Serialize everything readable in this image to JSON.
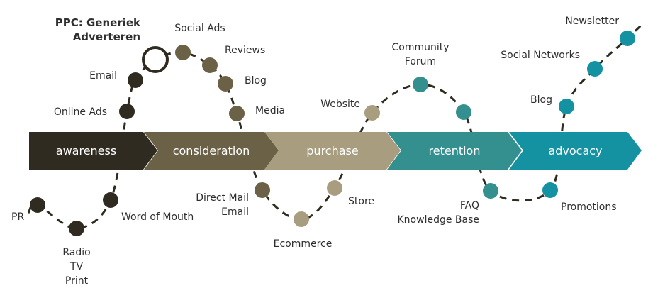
{
  "stages": [
    {
      "label": "awareness",
      "color": "#302b20"
    },
    {
      "label": "consideration",
      "color": "#6b6146"
    },
    {
      "label": "purchase",
      "color": "#a89d7e"
    },
    {
      "label": "retention",
      "color": "#348f8f"
    },
    {
      "label": "advocacy",
      "color": "#1592a2"
    }
  ],
  "path_color": "#302b20",
  "touchpoints": [
    {
      "label": "PR",
      "stage": 0
    },
    {
      "label": "Radio\nTV\nPrint",
      "stage": 0
    },
    {
      "label": "Word of Mouth",
      "stage": 0
    },
    {
      "label": "Online Ads",
      "stage": 0
    },
    {
      "label": "Email",
      "stage": 0
    },
    {
      "label": "PPC: Generiek\nAdverteren",
      "stage": 0,
      "highlighted": true
    },
    {
      "label": "Social Ads",
      "stage": 1
    },
    {
      "label": "Reviews",
      "stage": 1
    },
    {
      "label": "Blog",
      "stage": 1
    },
    {
      "label": "Media",
      "stage": 1
    },
    {
      "label": "Direct Mail\nEmail",
      "stage": 1
    },
    {
      "label": "Ecommerce",
      "stage": 2
    },
    {
      "label": "Store",
      "stage": 2
    },
    {
      "label": "Website",
      "stage": 2
    },
    {
      "label": "Community\nForum",
      "stage": 3
    },
    {
      "label": "",
      "stage": 3
    },
    {
      "label": "FAQ\nKnowledge Base",
      "stage": 3
    },
    {
      "label": "Promotions",
      "stage": 4
    },
    {
      "label": "Blog",
      "stage": 4
    },
    {
      "label": "Social Networks",
      "stage": 4
    },
    {
      "label": "Newsletter",
      "stage": 4
    }
  ]
}
